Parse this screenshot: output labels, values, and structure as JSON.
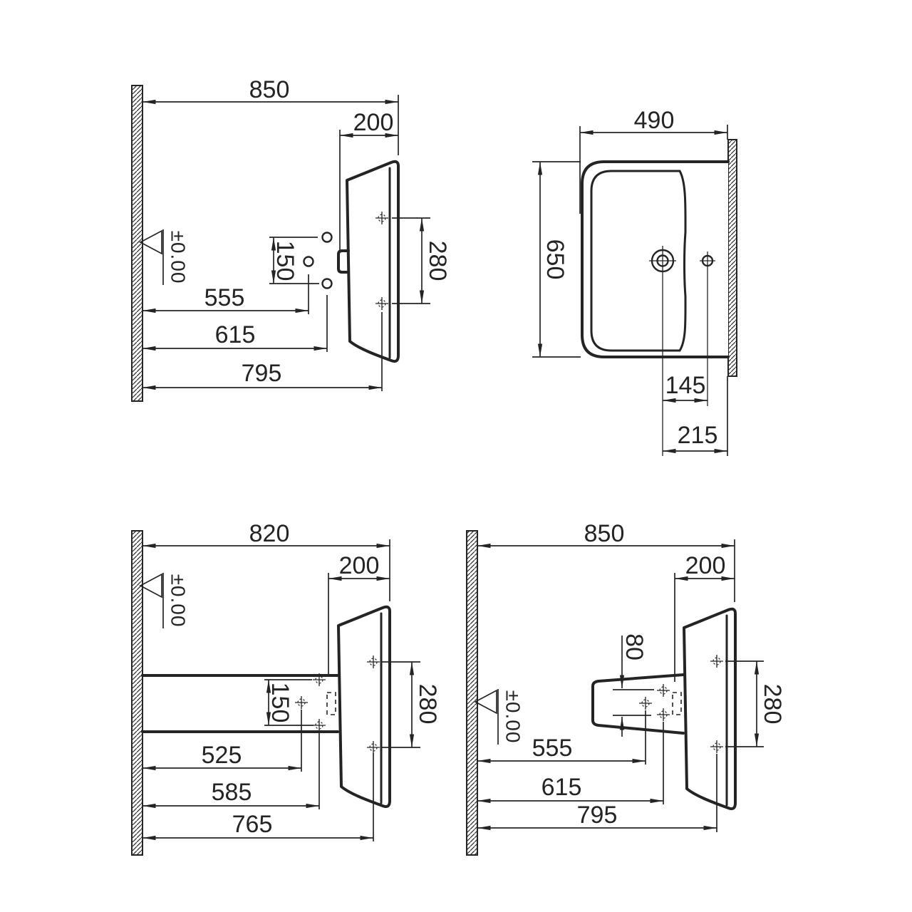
{
  "drawing": {
    "type": "washbasin installation technical drawing",
    "units": "mm",
    "line_color": "#242424",
    "background": "#ffffff"
  },
  "views": {
    "side_wall_hung": {
      "overall_height": "850",
      "rim_depth": "200",
      "bracket_hole_spacing": "150",
      "fixing_hole_spacing": "280",
      "height_mid_hole": "555",
      "height_outer_holes": "615",
      "height_fixing_holes": "795",
      "floor_datum": "±0.00"
    },
    "plan": {
      "basin_width": "490",
      "basin_depth": "650",
      "tap_hole_offset": "145",
      "drain_to_wall": "215"
    },
    "side_full_pedestal": {
      "overall_height": "820",
      "rim_depth": "200",
      "bracket_hole_spacing": "150",
      "fixing_hole_spacing": "280",
      "height_mid_hole": "525",
      "height_outer_holes": "585",
      "height_fixing_holes": "765",
      "floor_datum": "±0.00"
    },
    "side_half_pedestal": {
      "overall_height": "850",
      "rim_depth": "200",
      "siphon_hole_spacing": "80",
      "fixing_hole_spacing": "280",
      "height_mid_hole": "555",
      "height_outer_holes": "615",
      "height_fixing_holes": "795",
      "floor_datum": "±0.00"
    }
  }
}
